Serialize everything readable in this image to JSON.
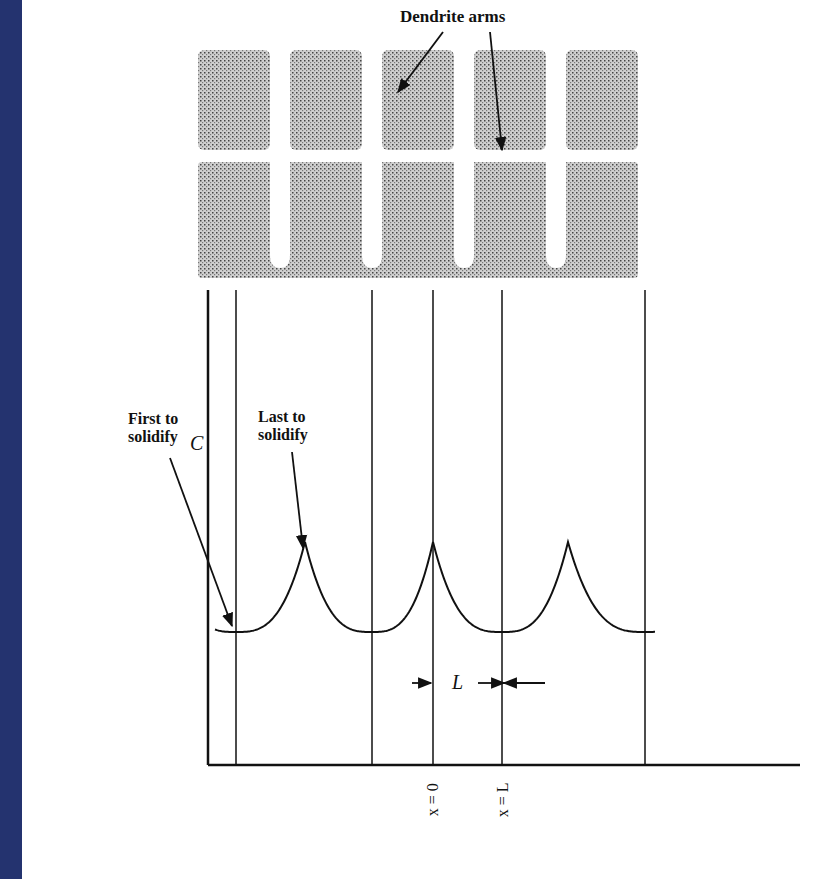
{
  "diagram": {
    "labels": [
      "Dendrite arms",
      "First to solidify",
      "Last to solidify",
      "C",
      "L",
      "x = 0",
      "x = L"
    ]
  }
}
